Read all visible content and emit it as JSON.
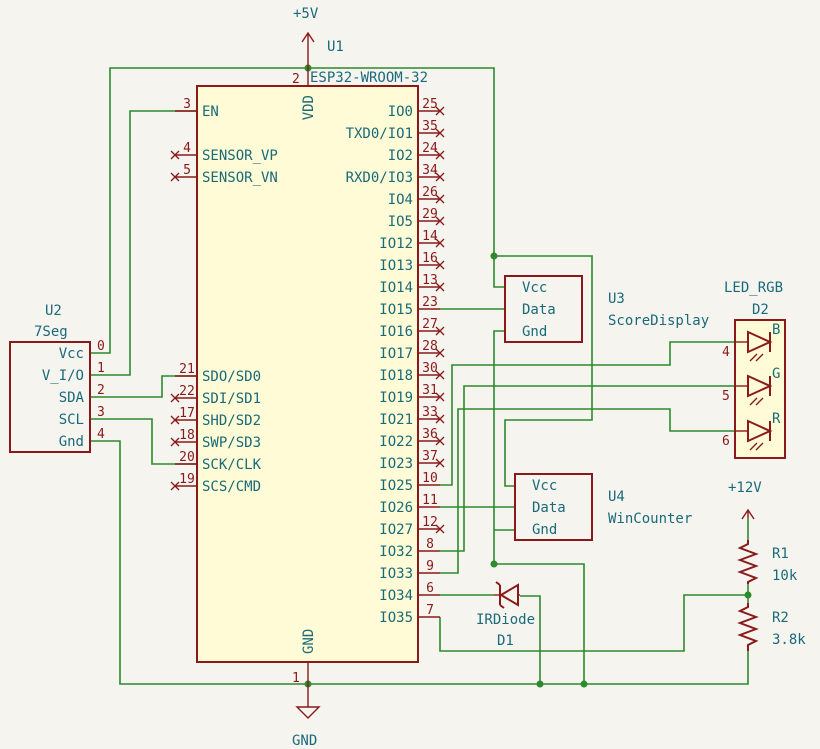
{
  "power": {
    "plus5v": "+5V",
    "plus12v": "+12V",
    "gnd": "GND"
  },
  "u1": {
    "ref": "U1",
    "value": "ESP32-WROOM-32",
    "top_pin": {
      "num": "2",
      "name": "VDD"
    },
    "bottom_pin": {
      "num": "1",
      "name": "GND"
    },
    "left_pins": [
      {
        "num": "3",
        "name": "EN"
      },
      {
        "num": "4",
        "name": "SENSOR_VP"
      },
      {
        "num": "5",
        "name": "SENSOR_VN"
      },
      {
        "num": "21",
        "name": "SDO/SD0"
      },
      {
        "num": "22",
        "name": "SDI/SD1"
      },
      {
        "num": "17",
        "name": "SHD/SD2"
      },
      {
        "num": "18",
        "name": "SWP/SD3"
      },
      {
        "num": "20",
        "name": "SCK/CLK"
      },
      {
        "num": "19",
        "name": "SCS/CMD"
      }
    ],
    "right_pins": [
      {
        "num": "25",
        "name": "IO0"
      },
      {
        "num": "35",
        "name": "TXD0/IO1"
      },
      {
        "num": "24",
        "name": "IO2"
      },
      {
        "num": "34",
        "name": "RXD0/IO3"
      },
      {
        "num": "26",
        "name": "IO4"
      },
      {
        "num": "29",
        "name": "IO5"
      },
      {
        "num": "14",
        "name": "IO12"
      },
      {
        "num": "16",
        "name": "IO13"
      },
      {
        "num": "13",
        "name": "IO14"
      },
      {
        "num": "23",
        "name": "IO15"
      },
      {
        "num": "27",
        "name": "IO16"
      },
      {
        "num": "28",
        "name": "IO17"
      },
      {
        "num": "30",
        "name": "IO18"
      },
      {
        "num": "31",
        "name": "IO19"
      },
      {
        "num": "33",
        "name": "IO21"
      },
      {
        "num": "36",
        "name": "IO22"
      },
      {
        "num": "37",
        "name": "IO23"
      },
      {
        "num": "10",
        "name": "IO25"
      },
      {
        "num": "11",
        "name": "IO26"
      },
      {
        "num": "12",
        "name": "IO27"
      },
      {
        "num": "8",
        "name": "IO32"
      },
      {
        "num": "9",
        "name": "IO33"
      },
      {
        "num": "6",
        "name": "IO34"
      },
      {
        "num": "7",
        "name": "IO35"
      }
    ]
  },
  "u2": {
    "ref": "U2",
    "value": "7Seg",
    "pins": [
      {
        "num": "0",
        "name": "Vcc"
      },
      {
        "num": "1",
        "name": "V_I/O"
      },
      {
        "num": "2",
        "name": "SDA"
      },
      {
        "num": "3",
        "name": "SCL"
      },
      {
        "num": "4",
        "name": "Gnd"
      }
    ]
  },
  "u3": {
    "ref": "U3",
    "value": "ScoreDisplay",
    "pins": [
      "Vcc",
      "Data",
      "Gnd"
    ]
  },
  "u4": {
    "ref": "U4",
    "value": "WinCounter",
    "pins": [
      "Vcc",
      "Data",
      "Gnd"
    ]
  },
  "d2": {
    "ref": "D2",
    "value": "LED_RGB",
    "pins": [
      {
        "num": "4",
        "color": "B"
      },
      {
        "num": "5",
        "color": "G"
      },
      {
        "num": "6",
        "color": "R"
      }
    ]
  },
  "d1": {
    "ref": "D1",
    "value": "IRDiode"
  },
  "r1": {
    "ref": "R1",
    "value": "10k"
  },
  "r2": {
    "ref": "R2",
    "value": "3.8k"
  },
  "colors": {
    "wire": "#2d8a2d",
    "component": "#8a1a1a",
    "component_fill": "#fffbd6",
    "label": "#1a6a7a",
    "background": "#f5f4ef"
  }
}
